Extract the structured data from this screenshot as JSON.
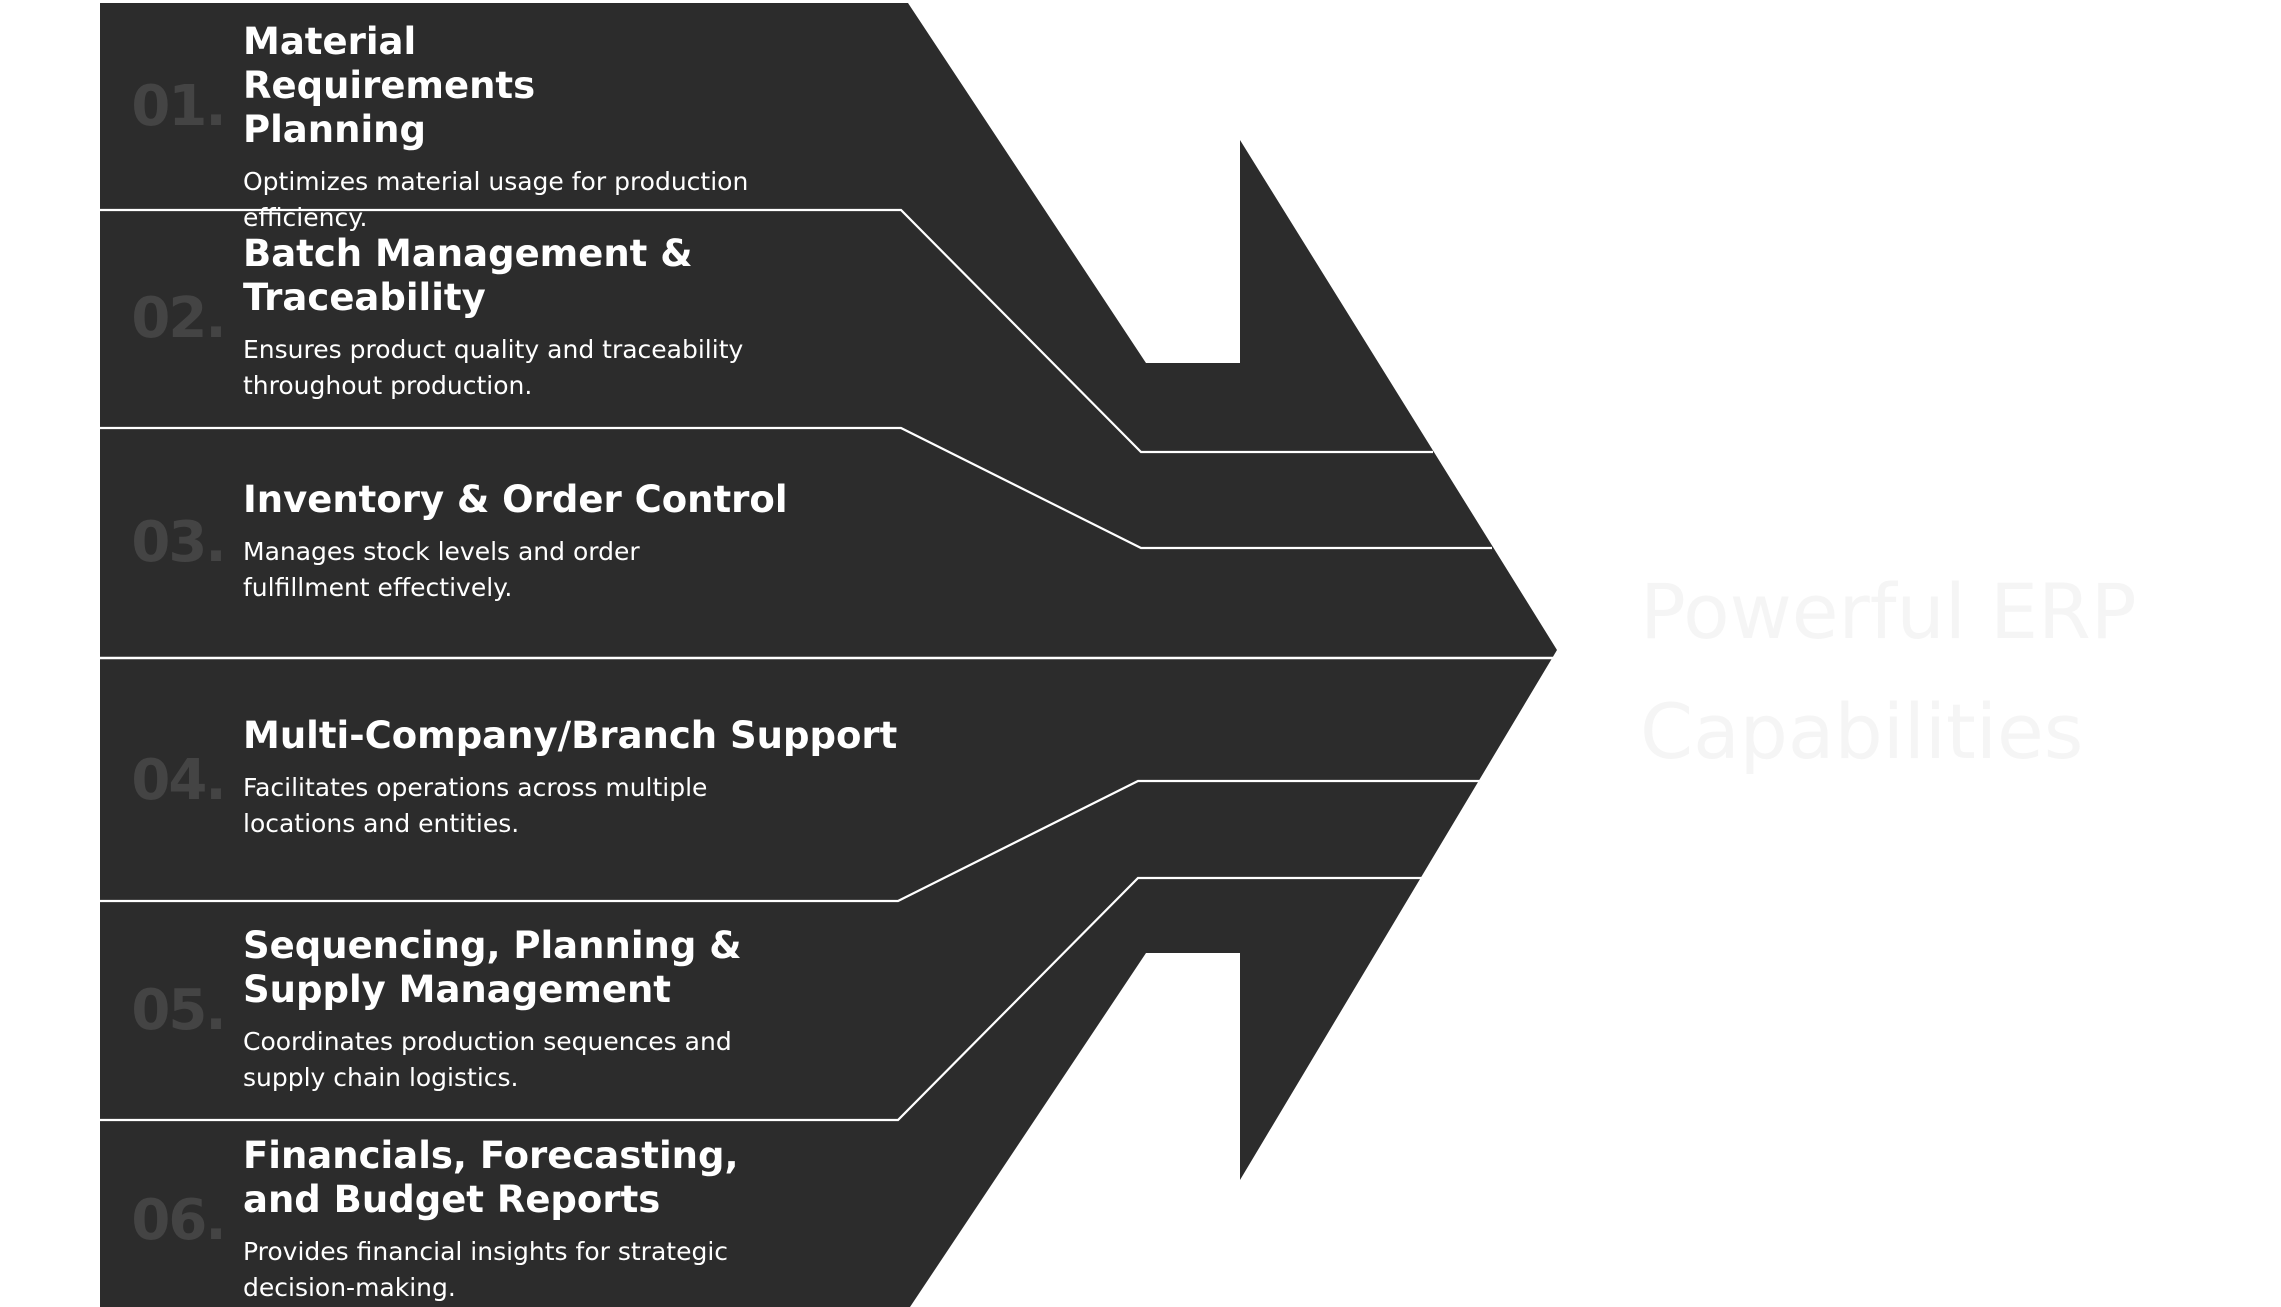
{
  "diagram": {
    "side_title": "Powerful ERP Capabilities",
    "colors": {
      "shape_fill": "#2c2c2c",
      "divider": "#ffffff",
      "number": "#444444",
      "title": "#ffffff",
      "side_title": "#f5f5f5"
    },
    "items": [
      {
        "number": "01.",
        "title": "Material Requirements Planning",
        "description": "Optimizes material usage for production efficiency."
      },
      {
        "number": "02.",
        "title": "Batch Management & Traceability",
        "description": "Ensures product quality and traceability throughout production."
      },
      {
        "number": "03.",
        "title": "Inventory & Order Control",
        "description": "Manages stock levels and order fulfillment effectively."
      },
      {
        "number": "04.",
        "title": "Multi-Company/Branch Support",
        "description": "Facilitates operations across multiple locations and entities."
      },
      {
        "number": "05.",
        "title": "Sequencing, Planning & Supply Management",
        "description": "Coordinates production sequences and supply chain logistics."
      },
      {
        "number": "06.",
        "title": "Financials, Forecasting, and Budget Reports",
        "description": "Provides financial insights for strategic decision-making."
      }
    ]
  }
}
